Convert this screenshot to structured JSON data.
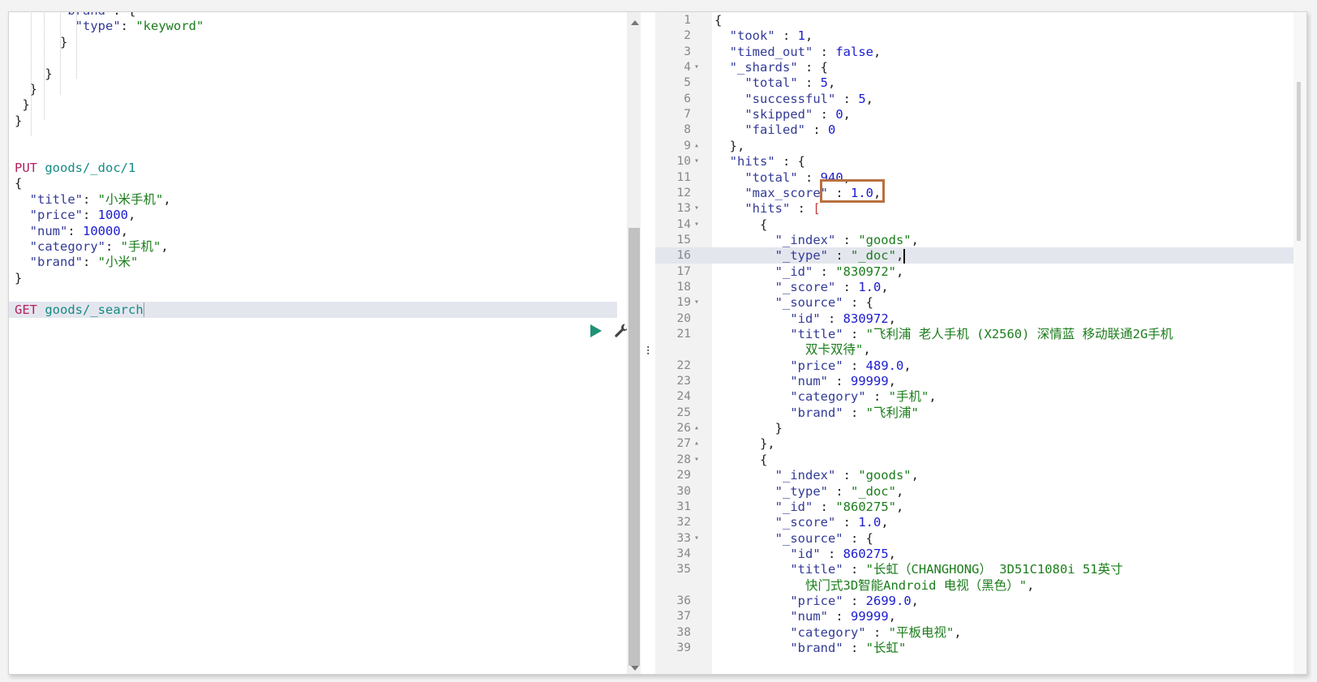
{
  "left_editor": {
    "lines": [
      [
        {
          "c": "kq",
          "t": "      \"brand\""
        },
        {
          "c": "p",
          "t": ": {"
        }
      ],
      [
        {
          "c": "p",
          "t": "        "
        },
        {
          "c": "kq",
          "t": "\"type\""
        },
        {
          "c": "p",
          "t": ": "
        },
        {
          "c": "s",
          "t": "\"keyword\""
        }
      ],
      [
        {
          "c": "p",
          "t": "      }"
        }
      ],
      [
        {
          "c": "p",
          "t": ""
        }
      ],
      [
        {
          "c": "p",
          "t": "    }"
        }
      ],
      [
        {
          "c": "p",
          "t": "  }"
        }
      ],
      [
        {
          "c": "p",
          "t": " }"
        }
      ],
      [
        {
          "c": "p",
          "t": "}"
        }
      ],
      [
        {
          "c": "p",
          "t": ""
        }
      ],
      [
        {
          "c": "p",
          "t": ""
        }
      ],
      [
        {
          "c": "k",
          "t": "PUT"
        },
        {
          "c": "p",
          "t": " "
        },
        {
          "c": "u",
          "t": "goods/_doc/1"
        }
      ],
      [
        {
          "c": "p",
          "t": "{"
        }
      ],
      [
        {
          "c": "p",
          "t": "  "
        },
        {
          "c": "kq",
          "t": "\"title\""
        },
        {
          "c": "p",
          "t": ": "
        },
        {
          "c": "s",
          "t": "\"小米手机\""
        },
        {
          "c": "p",
          "t": ","
        }
      ],
      [
        {
          "c": "p",
          "t": "  "
        },
        {
          "c": "kq",
          "t": "\"price\""
        },
        {
          "c": "p",
          "t": ": "
        },
        {
          "c": "n",
          "t": "1000"
        },
        {
          "c": "p",
          "t": ","
        }
      ],
      [
        {
          "c": "p",
          "t": "  "
        },
        {
          "c": "kq",
          "t": "\"num\""
        },
        {
          "c": "p",
          "t": ": "
        },
        {
          "c": "n",
          "t": "10000"
        },
        {
          "c": "p",
          "t": ","
        }
      ],
      [
        {
          "c": "p",
          "t": "  "
        },
        {
          "c": "kq",
          "t": "\"category\""
        },
        {
          "c": "p",
          "t": ": "
        },
        {
          "c": "s",
          "t": "\"手机\""
        },
        {
          "c": "p",
          "t": ","
        }
      ],
      [
        {
          "c": "p",
          "t": "  "
        },
        {
          "c": "kq",
          "t": "\"brand\""
        },
        {
          "c": "p",
          "t": ": "
        },
        {
          "c": "s",
          "t": "\"小米\""
        }
      ],
      [
        {
          "c": "p",
          "t": "}"
        }
      ],
      [
        {
          "c": "p",
          "t": ""
        }
      ],
      [
        {
          "c": "k",
          "t": "GET"
        },
        {
          "c": "p",
          "t": " "
        },
        {
          "c": "u",
          "t": "goods/_search"
        }
      ]
    ],
    "active_line_index": 19,
    "run_icon": "play-icon",
    "settings_icon": "wrench-icon"
  },
  "right_output": {
    "highlight_line": 16,
    "lines": [
      {
        "n": "1",
        "fold": "",
        "segs": [
          {
            "c": "p",
            "t": "{"
          }
        ]
      },
      {
        "n": "2",
        "fold": "",
        "segs": [
          {
            "c": "p",
            "t": "  "
          },
          {
            "c": "kq",
            "t": "\"took\""
          },
          {
            "c": "p",
            "t": " : "
          },
          {
            "c": "n",
            "t": "1"
          },
          {
            "c": "p",
            "t": ","
          }
        ]
      },
      {
        "n": "3",
        "fold": "",
        "segs": [
          {
            "c": "p",
            "t": "  "
          },
          {
            "c": "kq",
            "t": "\"timed_out\""
          },
          {
            "c": "p",
            "t": " : "
          },
          {
            "c": "n",
            "t": "false"
          },
          {
            "c": "p",
            "t": ","
          }
        ]
      },
      {
        "n": "4",
        "fold": "▾",
        "segs": [
          {
            "c": "p",
            "t": "  "
          },
          {
            "c": "kq",
            "t": "\"_shards\""
          },
          {
            "c": "p",
            "t": " : {"
          }
        ]
      },
      {
        "n": "5",
        "fold": "",
        "segs": [
          {
            "c": "p",
            "t": "    "
          },
          {
            "c": "kq",
            "t": "\"total\""
          },
          {
            "c": "p",
            "t": " : "
          },
          {
            "c": "n",
            "t": "5"
          },
          {
            "c": "p",
            "t": ","
          }
        ]
      },
      {
        "n": "6",
        "fold": "",
        "segs": [
          {
            "c": "p",
            "t": "    "
          },
          {
            "c": "kq",
            "t": "\"successful\""
          },
          {
            "c": "p",
            "t": " : "
          },
          {
            "c": "n",
            "t": "5"
          },
          {
            "c": "p",
            "t": ","
          }
        ]
      },
      {
        "n": "7",
        "fold": "",
        "segs": [
          {
            "c": "p",
            "t": "    "
          },
          {
            "c": "kq",
            "t": "\"skipped\""
          },
          {
            "c": "p",
            "t": " : "
          },
          {
            "c": "n",
            "t": "0"
          },
          {
            "c": "p",
            "t": ","
          }
        ]
      },
      {
        "n": "8",
        "fold": "",
        "segs": [
          {
            "c": "p",
            "t": "    "
          },
          {
            "c": "kq",
            "t": "\"failed\""
          },
          {
            "c": "p",
            "t": " : "
          },
          {
            "c": "n",
            "t": "0"
          }
        ]
      },
      {
        "n": "9",
        "fold": "▴",
        "segs": [
          {
            "c": "p",
            "t": "  },"
          }
        ]
      },
      {
        "n": "10",
        "fold": "▾",
        "segs": [
          {
            "c": "p",
            "t": "  "
          },
          {
            "c": "kq",
            "t": "\"hits\""
          },
          {
            "c": "p",
            "t": " : {"
          }
        ]
      },
      {
        "n": "11",
        "fold": "",
        "segs": [
          {
            "c": "p",
            "t": "    "
          },
          {
            "c": "kq",
            "t": "\"total\""
          },
          {
            "c": "p",
            "t": " : "
          },
          {
            "c": "n",
            "t": "940"
          },
          {
            "c": "p",
            "t": ","
          }
        ]
      },
      {
        "n": "12",
        "fold": "",
        "segs": [
          {
            "c": "p",
            "t": "    "
          },
          {
            "c": "kq",
            "t": "\"max_score\""
          },
          {
            "c": "p",
            "t": " : "
          },
          {
            "c": "n",
            "t": "1.0"
          },
          {
            "c": "p",
            "t": ","
          }
        ]
      },
      {
        "n": "13",
        "fold": "▾",
        "segs": [
          {
            "c": "p",
            "t": "    "
          },
          {
            "c": "kq",
            "t": "\"hits\""
          },
          {
            "c": "p",
            "t": " : "
          },
          {
            "c": "b",
            "t": "["
          }
        ]
      },
      {
        "n": "14",
        "fold": "▾",
        "segs": [
          {
            "c": "p",
            "t": "      {"
          }
        ]
      },
      {
        "n": "15",
        "fold": "",
        "segs": [
          {
            "c": "p",
            "t": "        "
          },
          {
            "c": "kq",
            "t": "\"_index\""
          },
          {
            "c": "p",
            "t": " : "
          },
          {
            "c": "s",
            "t": "\"goods\""
          },
          {
            "c": "p",
            "t": ","
          }
        ]
      },
      {
        "n": "16",
        "fold": "",
        "segs": [
          {
            "c": "p",
            "t": "        "
          },
          {
            "c": "kq",
            "t": "\"_type\""
          },
          {
            "c": "p",
            "t": " : "
          },
          {
            "c": "s",
            "t": "\"_doc\""
          },
          {
            "c": "p",
            "t": ","
          }
        ]
      },
      {
        "n": "17",
        "fold": "",
        "segs": [
          {
            "c": "p",
            "t": "        "
          },
          {
            "c": "kq",
            "t": "\"_id\""
          },
          {
            "c": "p",
            "t": " : "
          },
          {
            "c": "s",
            "t": "\"830972\""
          },
          {
            "c": "p",
            "t": ","
          }
        ]
      },
      {
        "n": "18",
        "fold": "",
        "segs": [
          {
            "c": "p",
            "t": "        "
          },
          {
            "c": "kq",
            "t": "\"_score\""
          },
          {
            "c": "p",
            "t": " : "
          },
          {
            "c": "n",
            "t": "1.0"
          },
          {
            "c": "p",
            "t": ","
          }
        ]
      },
      {
        "n": "19",
        "fold": "▾",
        "segs": [
          {
            "c": "p",
            "t": "        "
          },
          {
            "c": "kq",
            "t": "\"_source\""
          },
          {
            "c": "p",
            "t": " : {"
          }
        ]
      },
      {
        "n": "20",
        "fold": "",
        "segs": [
          {
            "c": "p",
            "t": "          "
          },
          {
            "c": "kq",
            "t": "\"id\""
          },
          {
            "c": "p",
            "t": " : "
          },
          {
            "c": "n",
            "t": "830972"
          },
          {
            "c": "p",
            "t": ","
          }
        ]
      },
      {
        "n": "21",
        "fold": "",
        "segs": [
          {
            "c": "p",
            "t": "          "
          },
          {
            "c": "kq",
            "t": "\"title\""
          },
          {
            "c": "p",
            "t": " : "
          },
          {
            "c": "s",
            "t": "\"飞利浦 老人手机 (X2560) 深情蓝 移动联通2G手机"
          }
        ]
      },
      {
        "n": "",
        "fold": "",
        "segs": [
          {
            "c": "s",
            "t": "            双卡双待\""
          },
          {
            "c": "p",
            "t": ","
          }
        ]
      },
      {
        "n": "22",
        "fold": "",
        "segs": [
          {
            "c": "p",
            "t": "          "
          },
          {
            "c": "kq",
            "t": "\"price\""
          },
          {
            "c": "p",
            "t": " : "
          },
          {
            "c": "n",
            "t": "489.0"
          },
          {
            "c": "p",
            "t": ","
          }
        ]
      },
      {
        "n": "23",
        "fold": "",
        "segs": [
          {
            "c": "p",
            "t": "          "
          },
          {
            "c": "kq",
            "t": "\"num\""
          },
          {
            "c": "p",
            "t": " : "
          },
          {
            "c": "n",
            "t": "99999"
          },
          {
            "c": "p",
            "t": ","
          }
        ]
      },
      {
        "n": "24",
        "fold": "",
        "segs": [
          {
            "c": "p",
            "t": "          "
          },
          {
            "c": "kq",
            "t": "\"category\""
          },
          {
            "c": "p",
            "t": " : "
          },
          {
            "c": "s",
            "t": "\"手机\""
          },
          {
            "c": "p",
            "t": ","
          }
        ]
      },
      {
        "n": "25",
        "fold": "",
        "segs": [
          {
            "c": "p",
            "t": "          "
          },
          {
            "c": "kq",
            "t": "\"brand\""
          },
          {
            "c": "p",
            "t": " : "
          },
          {
            "c": "s",
            "t": "\"飞利浦\""
          }
        ]
      },
      {
        "n": "26",
        "fold": "▴",
        "segs": [
          {
            "c": "p",
            "t": "        }"
          }
        ]
      },
      {
        "n": "27",
        "fold": "▴",
        "segs": [
          {
            "c": "p",
            "t": "      },"
          }
        ]
      },
      {
        "n": "28",
        "fold": "▾",
        "segs": [
          {
            "c": "p",
            "t": "      {"
          }
        ]
      },
      {
        "n": "29",
        "fold": "",
        "segs": [
          {
            "c": "p",
            "t": "        "
          },
          {
            "c": "kq",
            "t": "\"_index\""
          },
          {
            "c": "p",
            "t": " : "
          },
          {
            "c": "s",
            "t": "\"goods\""
          },
          {
            "c": "p",
            "t": ","
          }
        ]
      },
      {
        "n": "30",
        "fold": "",
        "segs": [
          {
            "c": "p",
            "t": "        "
          },
          {
            "c": "kq",
            "t": "\"_type\""
          },
          {
            "c": "p",
            "t": " : "
          },
          {
            "c": "s",
            "t": "\"_doc\""
          },
          {
            "c": "p",
            "t": ","
          }
        ]
      },
      {
        "n": "31",
        "fold": "",
        "segs": [
          {
            "c": "p",
            "t": "        "
          },
          {
            "c": "kq",
            "t": "\"_id\""
          },
          {
            "c": "p",
            "t": " : "
          },
          {
            "c": "s",
            "t": "\"860275\""
          },
          {
            "c": "p",
            "t": ","
          }
        ]
      },
      {
        "n": "32",
        "fold": "",
        "segs": [
          {
            "c": "p",
            "t": "        "
          },
          {
            "c": "kq",
            "t": "\"_score\""
          },
          {
            "c": "p",
            "t": " : "
          },
          {
            "c": "n",
            "t": "1.0"
          },
          {
            "c": "p",
            "t": ","
          }
        ]
      },
      {
        "n": "33",
        "fold": "▾",
        "segs": [
          {
            "c": "p",
            "t": "        "
          },
          {
            "c": "kq",
            "t": "\"_source\""
          },
          {
            "c": "p",
            "t": " : {"
          }
        ]
      },
      {
        "n": "34",
        "fold": "",
        "segs": [
          {
            "c": "p",
            "t": "          "
          },
          {
            "c": "kq",
            "t": "\"id\""
          },
          {
            "c": "p",
            "t": " : "
          },
          {
            "c": "n",
            "t": "860275"
          },
          {
            "c": "p",
            "t": ","
          }
        ]
      },
      {
        "n": "35",
        "fold": "",
        "segs": [
          {
            "c": "p",
            "t": "          "
          },
          {
            "c": "kq",
            "t": "\"title\""
          },
          {
            "c": "p",
            "t": " : "
          },
          {
            "c": "s",
            "t": "\"长虹（CHANGHONG） 3D51C1080i 51英寸"
          }
        ]
      },
      {
        "n": "",
        "fold": "",
        "segs": [
          {
            "c": "s",
            "t": "            快门式3D智能Android 电视（黑色）\""
          },
          {
            "c": "p",
            "t": ","
          }
        ]
      },
      {
        "n": "36",
        "fold": "",
        "segs": [
          {
            "c": "p",
            "t": "          "
          },
          {
            "c": "kq",
            "t": "\"price\""
          },
          {
            "c": "p",
            "t": " : "
          },
          {
            "c": "n",
            "t": "2699.0"
          },
          {
            "c": "p",
            "t": ","
          }
        ]
      },
      {
        "n": "37",
        "fold": "",
        "segs": [
          {
            "c": "p",
            "t": "          "
          },
          {
            "c": "kq",
            "t": "\"num\""
          },
          {
            "c": "p",
            "t": " : "
          },
          {
            "c": "n",
            "t": "99999"
          },
          {
            "c": "p",
            "t": ","
          }
        ]
      },
      {
        "n": "38",
        "fold": "",
        "segs": [
          {
            "c": "p",
            "t": "          "
          },
          {
            "c": "kq",
            "t": "\"category\""
          },
          {
            "c": "p",
            "t": " : "
          },
          {
            "c": "s",
            "t": "\"平板电视\""
          },
          {
            "c": "p",
            "t": ","
          }
        ]
      },
      {
        "n": "39",
        "fold": "",
        "segs": [
          {
            "c": "p",
            "t": "          "
          },
          {
            "c": "kq",
            "t": "\"brand\""
          },
          {
            "c": "p",
            "t": " : "
          },
          {
            "c": "s",
            "t": "\"长虹\""
          }
        ]
      }
    ]
  },
  "colors": {
    "method": "#b5215f",
    "url": "#148a84",
    "key": "#333b96",
    "string": "#1b7d1b",
    "number": "#1b1bd0",
    "highlight_box": "#b8703f"
  }
}
